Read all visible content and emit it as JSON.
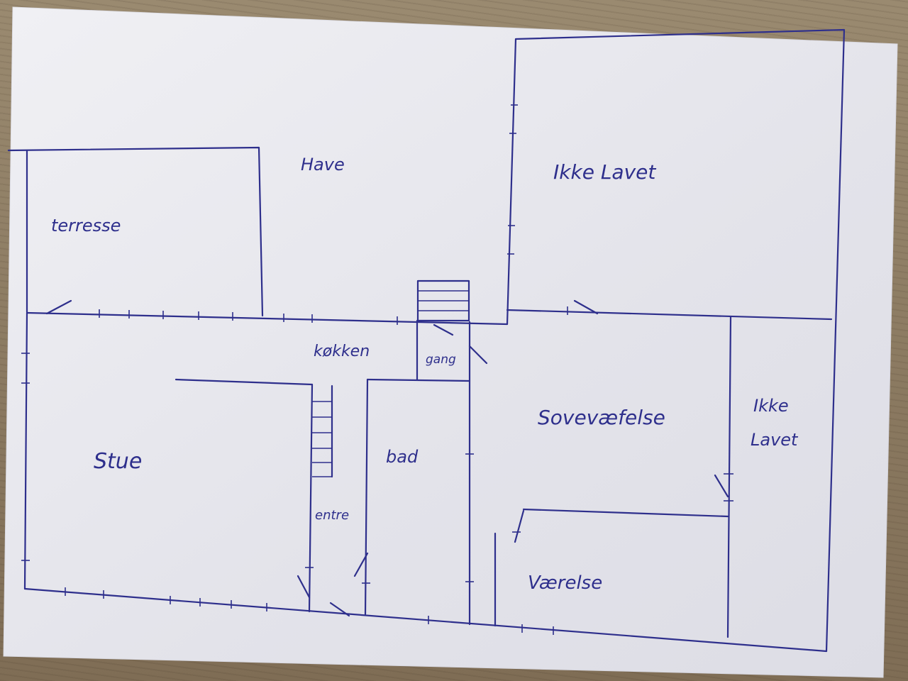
{
  "plan": {
    "rooms": {
      "have": "Have",
      "terrasse": "terresse",
      "ikke_lavet_top": "Ikke Lavet",
      "koekken": "køkken",
      "gang": "gang",
      "stue": "Stue",
      "bad": "bad",
      "entre": "entre",
      "sovevaerelse": "Sovevæfelse",
      "ikke_lavet_right_line1": "Ikke",
      "ikke_lavet_right_line2": "Lavet",
      "vaerelse": "Værelse"
    }
  },
  "colors": {
    "ink": "#2e2f8c",
    "paper": "#e9e9ee",
    "table": "#8c7a62"
  }
}
